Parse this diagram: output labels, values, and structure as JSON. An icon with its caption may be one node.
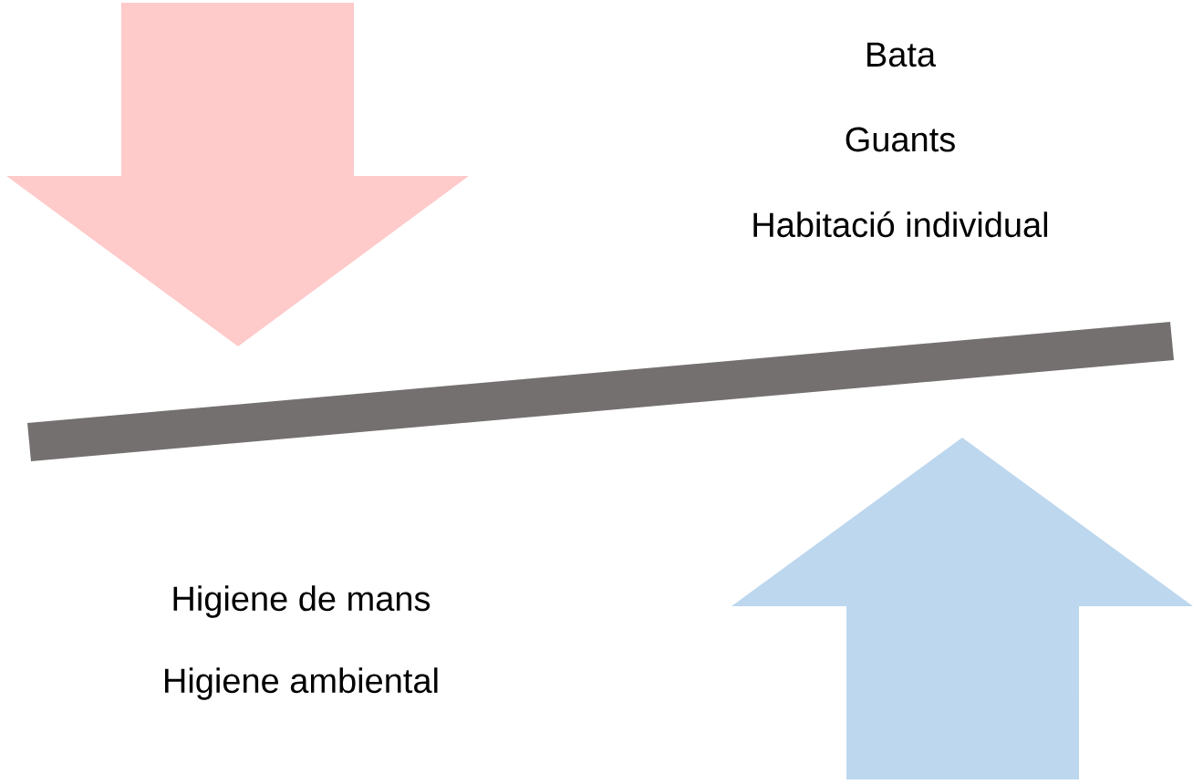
{
  "diagram": {
    "labels": [
      "Bata",
      "Guants",
      "Habitació individual",
      "Higiene de mans",
      "Higiene ambiental"
    ]
  }
}
